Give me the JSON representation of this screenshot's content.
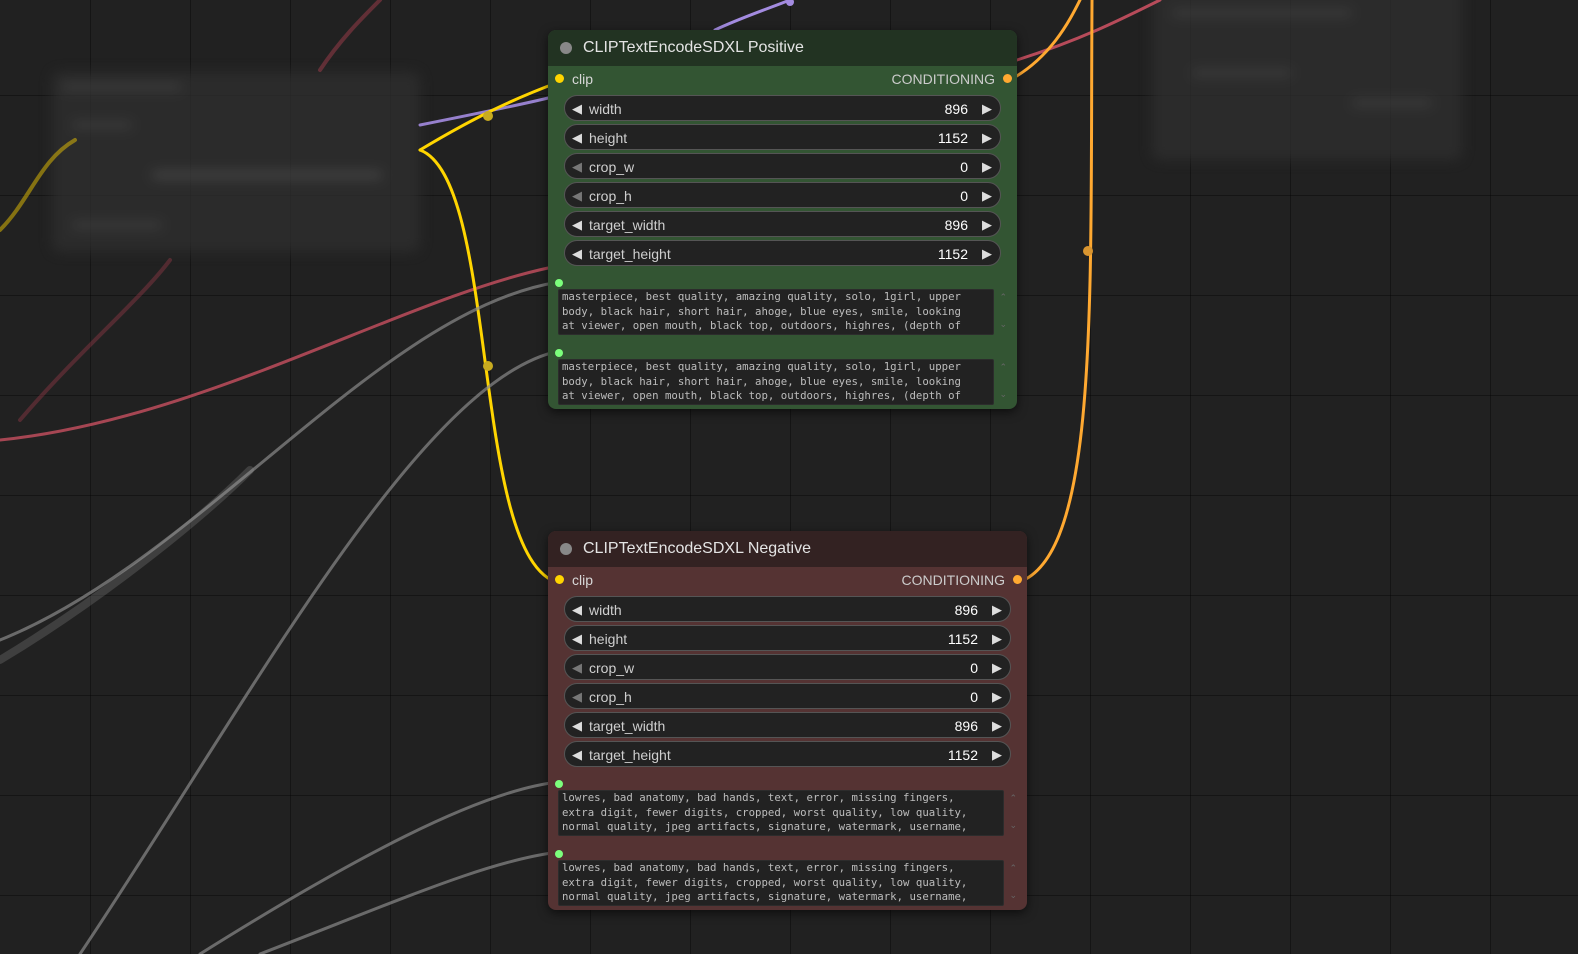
{
  "canvas": {
    "colors": {
      "background": "#212121",
      "positive_body": "#335533",
      "positive_title": "#223322",
      "negative_body": "#553333",
      "negative_title": "#332222",
      "clip_link": "#ffd500",
      "conditioning_link": "#ffa931",
      "string_link": "#8a8a8a"
    }
  },
  "nodes": {
    "positive": {
      "title": "CLIPTextEncodeSDXL Positive",
      "input_label": "clip",
      "output_label": "CONDITIONING",
      "widgets": {
        "width": {
          "label": "width",
          "value": "896"
        },
        "height": {
          "label": "height",
          "value": "1152"
        },
        "crop_w": {
          "label": "crop_w",
          "value": "0"
        },
        "crop_h": {
          "label": "crop_h",
          "value": "0"
        },
        "target_width": {
          "label": "target_width",
          "value": "896"
        },
        "target_height": {
          "label": "target_height",
          "value": "1152"
        }
      },
      "text_g": "masterpiece, best quality, amazing quality, solo, 1girl, upper body, black hair, short hair, ahoge, blue eyes, smile, looking at viewer, open mouth, black top, outdoors, highres, (depth of",
      "text_l": "masterpiece, best quality, amazing quality, solo, 1girl, upper body, black hair, short hair, ahoge, blue eyes, smile, looking at viewer, open mouth, black top, outdoors, highres, (depth of"
    },
    "negative": {
      "title": "CLIPTextEncodeSDXL Negative",
      "input_label": "clip",
      "output_label": "CONDITIONING",
      "widgets": {
        "width": {
          "label": "width",
          "value": "896"
        },
        "height": {
          "label": "height",
          "value": "1152"
        },
        "crop_w": {
          "label": "crop_w",
          "value": "0"
        },
        "crop_h": {
          "label": "crop_h",
          "value": "0"
        },
        "target_width": {
          "label": "target_width",
          "value": "896"
        },
        "target_height": {
          "label": "target_height",
          "value": "1152"
        }
      },
      "text_g": "lowres, bad anatomy, bad hands, text, error, missing fingers, extra digit, fewer digits, cropped, worst quality, low quality, normal quality, jpeg artifacts, signature, watermark, username,",
      "text_l": "lowres, bad anatomy, bad hands, text, error, missing fingers, extra digit, fewer digits, cropped, worst quality, low quality, normal quality, jpeg artifacts, signature, watermark, username,"
    }
  },
  "icons": {
    "decrement": "triangle-left",
    "increment": "triangle-right",
    "collapse": "circle-dot",
    "scroll_up": "chevron-up",
    "scroll_down": "chevron-down"
  }
}
